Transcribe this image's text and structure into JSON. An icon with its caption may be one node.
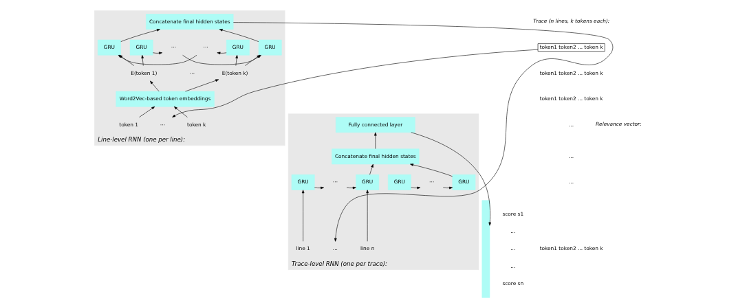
{
  "diagram": {
    "nodes": [
      {
        "text": [
          "token1 token2 ... token k"
        ]
      },
      {
        "text": [
          "Line-level RNN (one per line):"
        ]
      },
      {
        "text": [
          "Concatenate final hidden states"
        ],
        "in": 1
      },
      {
        "text": [
          "GRU"
        ],
        "in": 1
      },
      {
        "text": [
          "⋯"
        ],
        "in": 1
      },
      {
        "text": [
          "GRU"
        ],
        "in": 1
      },
      {
        "text": [
          "GRU"
        ],
        "in": 1
      },
      {
        "text": [
          "⋯"
        ],
        "in": 1
      },
      {
        "text": [
          "GRU"
        ],
        "in": 1
      },
      {
        "text": [
          "E(token 1)"
        ],
        "in": 1
      },
      {
        "text": [
          "⋯"
        ],
        "in": 1
      },
      {
        "text": [
          "E(token k)"
        ],
        "in": 1
      },
      {
        "text": [
          "Word2Vec-based token embeddings"
        ],
        "in": 1
      },
      {
        "text": [
          "token 1"
        ],
        "in": 1
      },
      {
        "text": [
          "⋯"
        ],
        "in": 1
      },
      {
        "text": [
          "token k"
        ],
        "in": 1
      },
      {
        "text": [
          "Trace-level RNN (one per trace):"
        ]
      },
      {
        "text": [
          "Fully connected layer"
        ],
        "in": 16
      },
      {
        "text": [
          "Concatenate final hidden states"
        ],
        "in": 16
      },
      {
        "text": [
          "GRU"
        ],
        "in": 16
      },
      {
        "text": [
          "⋯"
        ],
        "in": 16
      },
      {
        "text": [
          "GRU"
        ],
        "in": 16
      },
      {
        "text": [
          "GRU"
        ],
        "in": 16
      },
      {
        "text": [
          "⋯"
        ],
        "in": 16
      },
      {
        "text": [
          "GRU"
        ],
        "in": 16
      },
      {
        "text": [
          "line 1"
        ],
        "in": 16
      },
      {
        "text": [
          "..."
        ],
        "in": 16
      },
      {
        "text": [
          "line n"
        ],
        "in": 16
      },
      {
        "text": [],
        "shape": "bar",
        "beside": [
          "score s1",
          "...",
          "...",
          "...",
          "score sn"
        ]
      }
    ],
    "edges": [
      {
        "from": 0,
        "to": 14,
        "arrow": "to"
      },
      {
        "from": 13,
        "to": 12,
        "arrow": "to"
      },
      {
        "from": 15,
        "to": 12,
        "arrow": "to"
      },
      {
        "from": 12,
        "to": 9,
        "arrow": "to"
      },
      {
        "from": 12,
        "to": 11,
        "arrow": "to"
      },
      {
        "from": 9,
        "to": 6,
        "arrow": "to"
      },
      {
        "from": 9,
        "to": 3,
        "arrow": "to"
      },
      {
        "from": 11,
        "to": 8,
        "arrow": "to"
      },
      {
        "from": 11,
        "to": 5,
        "arrow": "to"
      },
      {
        "from": 6,
        "to": 7,
        "arrow": "to"
      },
      {
        "from": 7,
        "to": 8,
        "arrow": "to"
      },
      {
        "from": 5,
        "to": 4,
        "arrow": "to"
      },
      {
        "from": 4,
        "to": 3,
        "arrow": "to"
      },
      {
        "from": 3,
        "to": 2,
        "arrow": "to"
      },
      {
        "from": 8,
        "to": 2,
        "arrow": "to"
      },
      {
        "from": 2,
        "to": 26,
        "arrow": "to"
      },
      {
        "from": 25,
        "to": 22,
        "arrow": "to"
      },
      {
        "from": 27,
        "to": 24,
        "arrow": "to"
      },
      {
        "from": 22,
        "to": 23,
        "arrow": "to"
      },
      {
        "from": 23,
        "to": 24,
        "arrow": "to"
      },
      {
        "from": 21,
        "to": 20,
        "arrow": "to"
      },
      {
        "from": 20,
        "to": 19,
        "arrow": "to"
      },
      {
        "from": 19,
        "to": 18,
        "arrow": "to"
      },
      {
        "from": 24,
        "to": 18,
        "arrow": "to"
      },
      {
        "from": 18,
        "to": 17,
        "arrow": "to"
      },
      {
        "from": 17,
        "to": 28,
        "arrow": "to"
      }
    ],
    "labels": [
      "Trace (n lines, k tokens each):",
      "token1 token2 ... token k",
      "token1 token2 ... token k",
      "...",
      "...",
      "...",
      "token1 token2 ... token k",
      "Relevance vector:"
    ]
  }
}
